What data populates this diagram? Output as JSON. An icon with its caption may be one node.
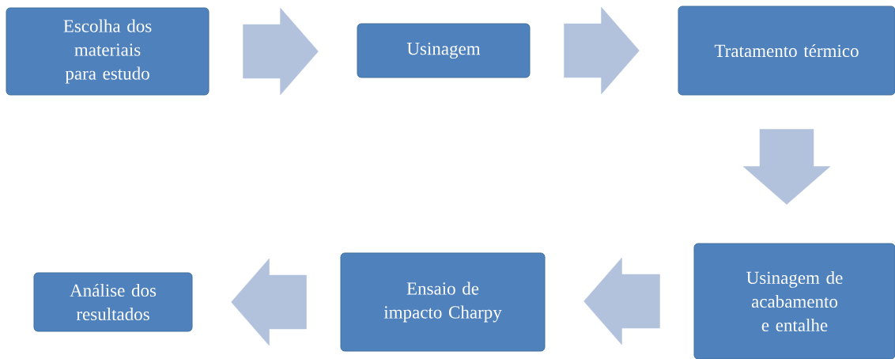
{
  "diagram": {
    "nodes": [
      {
        "text": [
          "Escolha dos materiais para estudo"
        ]
      },
      {
        "text": [
          "Usinagem"
        ]
      },
      {
        "text": [
          "Tratamento térmico"
        ]
      },
      {
        "text": [
          "Usinagem de acabamento e entalhe"
        ]
      },
      {
        "text": [
          "Ensaio de impacto Charpy"
        ]
      },
      {
        "text": [
          "Análise dos resultados"
        ]
      }
    ],
    "edges": [
      {
        "from": 0,
        "to": 1,
        "arrow": "to"
      },
      {
        "from": 1,
        "to": 2,
        "arrow": "to"
      },
      {
        "from": 2,
        "to": 3,
        "arrow": "to"
      },
      {
        "from": 3,
        "to": 4,
        "arrow": "to"
      },
      {
        "from": 4,
        "to": 5,
        "arrow": "to"
      }
    ]
  }
}
